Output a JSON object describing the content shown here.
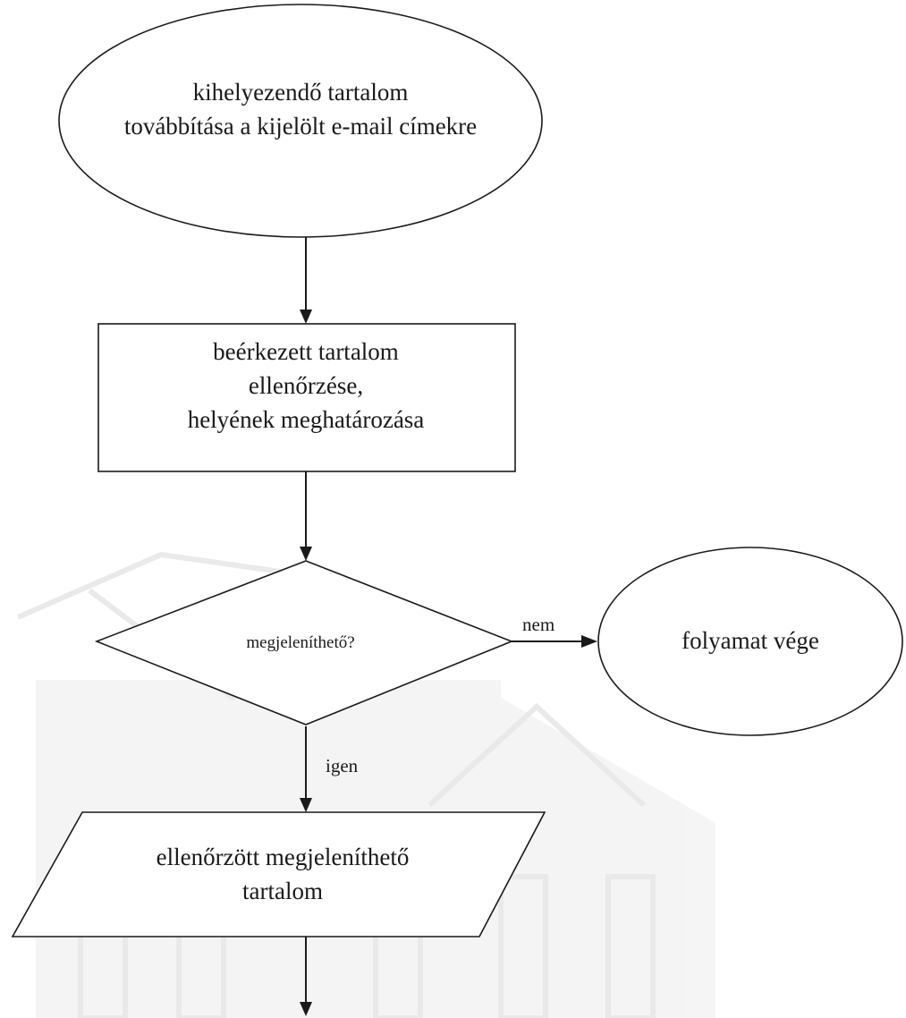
{
  "diagram": {
    "nodes": {
      "start": {
        "lines": [
          "kihelyezendő tartalom",
          "továbbítása a kijelölt e-mail címekre"
        ]
      },
      "check": {
        "lines": [
          "beérkezett tartalom",
          "ellenőrzése,",
          "helyének meghatározása"
        ]
      },
      "decision": {
        "label": "megjeleníthető?"
      },
      "end": {
        "label": "folyamat vége"
      },
      "output": {
        "lines": [
          "ellenőrzött megjeleníthető",
          "tartalom"
        ]
      }
    },
    "edges": {
      "no_label": "nem",
      "yes_label": "igen"
    },
    "colors": {
      "ink": "#1a1a1a",
      "background_watermark": "#e6e6e6"
    }
  }
}
